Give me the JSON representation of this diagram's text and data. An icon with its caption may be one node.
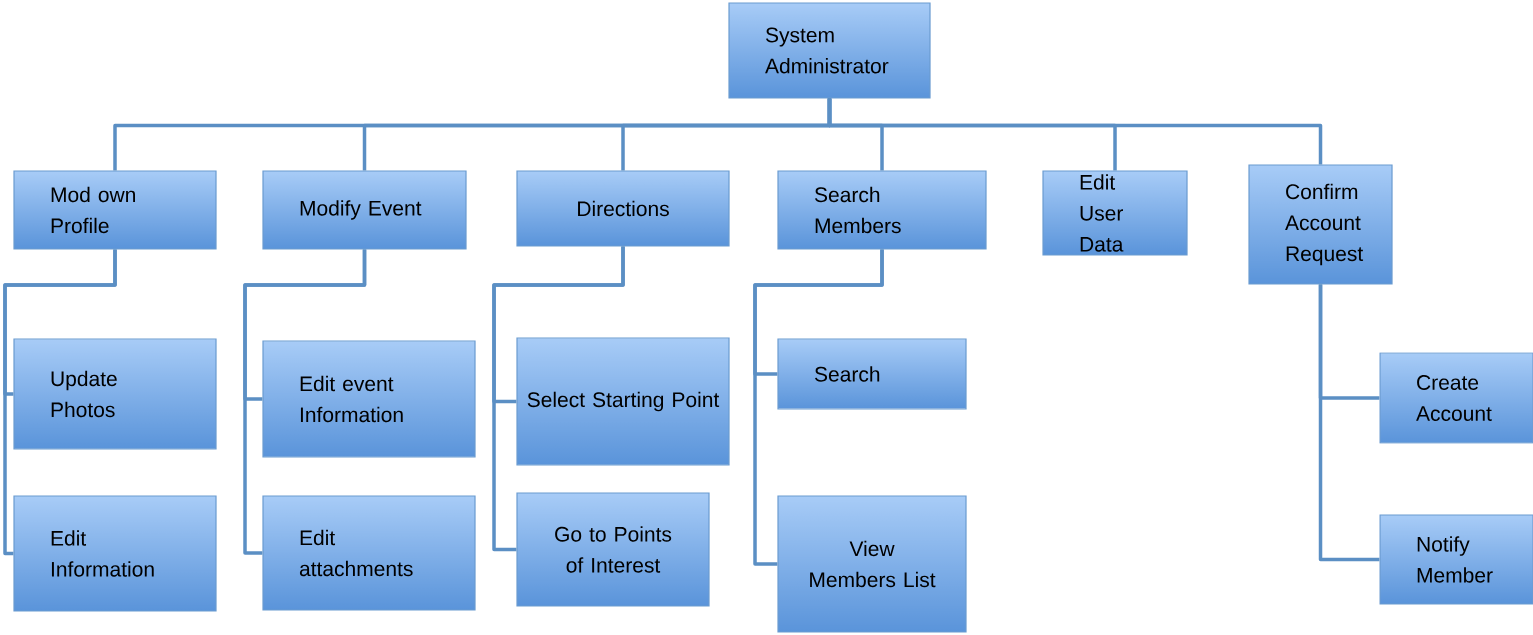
{
  "diagram": {
    "nodes": [
      {
        "text": [
          "System Administrator"
        ]
      },
      {
        "text": [
          "Mod own Profile"
        ]
      },
      {
        "text": [
          "Modify Event"
        ]
      },
      {
        "text": [
          "Directions"
        ]
      },
      {
        "text": [
          "Search Members"
        ]
      },
      {
        "text": [
          "Edit User Data"
        ]
      },
      {
        "text": [
          "Confirm Account Request"
        ]
      },
      {
        "text": [
          "Update Photos"
        ]
      },
      {
        "text": [
          "Edit Information"
        ]
      },
      {
        "text": [
          "Edit event Information"
        ]
      },
      {
        "text": [
          "Edit attachments"
        ]
      },
      {
        "text": [
          "Select Starting Point"
        ]
      },
      {
        "text": [
          "Go to Points of Interest"
        ]
      },
      {
        "text": [
          "Search"
        ]
      },
      {
        "text": [
          "View Members List"
        ]
      },
      {
        "text": [
          "Create Account"
        ]
      },
      {
        "text": [
          "Notify Member"
        ]
      }
    ],
    "edges": [
      {
        "from": 0,
        "to": 1,
        "arrow": "none"
      },
      {
        "from": 0,
        "to": 2,
        "arrow": "none"
      },
      {
        "from": 0,
        "to": 3,
        "arrow": "none"
      },
      {
        "from": 0,
        "to": 4,
        "arrow": "none"
      },
      {
        "from": 0,
        "to": 5,
        "arrow": "none"
      },
      {
        "from": 0,
        "to": 6,
        "arrow": "none"
      },
      {
        "from": 1,
        "to": 7,
        "arrow": "none"
      },
      {
        "from": 1,
        "to": 8,
        "arrow": "none"
      },
      {
        "from": 2,
        "to": 9,
        "arrow": "none"
      },
      {
        "from": 2,
        "to": 10,
        "arrow": "none"
      },
      {
        "from": 3,
        "to": 11,
        "arrow": "none"
      },
      {
        "from": 3,
        "to": 12,
        "arrow": "none"
      },
      {
        "from": 4,
        "to": 13,
        "arrow": "none"
      },
      {
        "from": 4,
        "to": 14,
        "arrow": "none"
      },
      {
        "from": 6,
        "to": 15,
        "arrow": "none"
      },
      {
        "from": 6,
        "to": 16,
        "arrow": "none"
      }
    ]
  }
}
